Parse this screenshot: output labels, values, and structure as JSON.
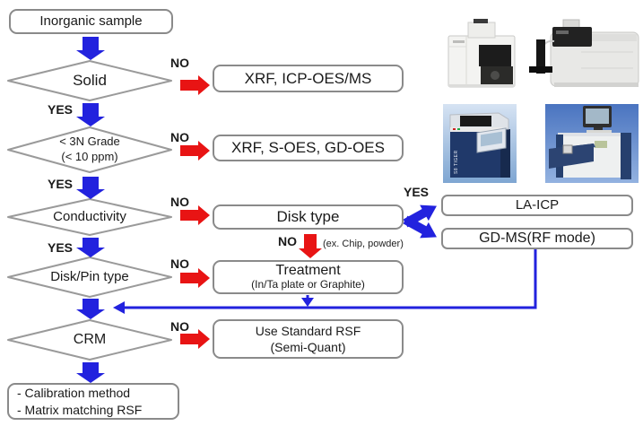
{
  "labels": {
    "yes": "YES",
    "no": "NO",
    "chip_note": "(ex. Chip, powder)"
  },
  "nodes": {
    "start": "Inorganic sample",
    "solid": "Solid",
    "grade_line1": "< 3N Grade",
    "grade_line2": "(< 10 ppm)",
    "conductivity": "Conductivity",
    "disk_pin": "Disk/Pin type",
    "crm": "CRM"
  },
  "results": {
    "xrf_icp": "XRF, ICP-OES/MS",
    "xrf_soes": "XRF, S-OES, GD-OES",
    "disk_type": "Disk type",
    "treatment_line1": "Treatment",
    "treatment_line2": "(In/Ta plate or Graphite)",
    "la_icp": "LA-ICP",
    "gd_ms": "GD-MS(RF mode)",
    "standard_rsf_line1": "Use Standard RSF",
    "standard_rsf_line2": "(Semi-Quant)",
    "final_line1": "- Calibration method",
    "final_line2": "- Matrix matching RSF"
  },
  "photos": {
    "s8_tiger_label": "S8 TIGER"
  },
  "colors": {
    "arrow_blue": "#2222DE",
    "arrow_red": "#E81414",
    "box_border": "#8a8a8a",
    "diamond_border": "#9a9a9a"
  }
}
